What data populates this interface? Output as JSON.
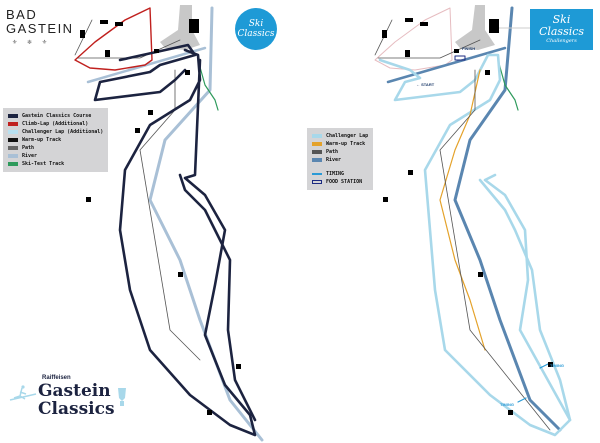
{
  "header": {
    "town_line1": "BAD",
    "town_line2": "GASTEIN",
    "crests": "⚜ ❄ ⚜"
  },
  "logos": {
    "ski_classics_left": [
      "Ski",
      "Classics"
    ],
    "ski_classics_right": [
      "Ski",
      "Classics",
      "Challengers"
    ],
    "sponsor": "Raiffeisen",
    "event_line1": "Gastein",
    "event_line2": "Classics"
  },
  "legend_left": [
    {
      "label": "Gastein Classics Course",
      "color": "#1c2340"
    },
    {
      "label": "Climb-Lap (Additional)",
      "color": "#c0201e"
    },
    {
      "label": "Challenger Lap (Additional)",
      "color": "#b8e0f0"
    },
    {
      "label": "Warm-up Track",
      "color": "#111111"
    },
    {
      "label": "Path",
      "color": "#666666"
    },
    {
      "label": "River",
      "color": "#a9c0d6"
    },
    {
      "label": "Ski-Test Track",
      "color": "#2e9a5c"
    }
  ],
  "legend_right": [
    {
      "label": "Challenger Lap",
      "color": "#a8d8ea"
    },
    {
      "label": "Warm-up Track",
      "color": "#e4a22a"
    },
    {
      "label": "Path",
      "color": "#555555"
    },
    {
      "label": "River",
      "color": "#5a86b0"
    },
    {
      "label": "TIMING",
      "color": "#2a9ad6"
    },
    {
      "label": "FOOD STATION",
      "color": "#1c2a80"
    }
  ],
  "map_labels": {
    "start": "← START",
    "finish": "FINISH",
    "timing1": "TIMING",
    "timing2": "TIMING"
  }
}
